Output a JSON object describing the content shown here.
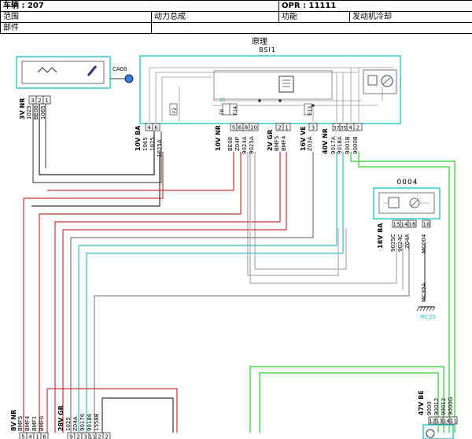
{
  "header": {
    "vehicle": "车辆 : 207",
    "opr": "OPR : 11111",
    "scope_label": "范围",
    "scope_value": "动力总成",
    "function_label": "功能",
    "function_value": "发动机冷却",
    "part_label": "部件"
  },
  "diagram": {
    "section_title": "原理",
    "module_main": "BSI1",
    "module_panel": "0004",
    "connector_ca00": "CA00",
    "ground": "MC35",
    "ground_wire": "MC35A",
    "fuses": [
      "F2",
      "F8",
      "F14",
      "F13"
    ],
    "relay_label": "S1",
    "wires": {
      "left_top": [
        "1025",
        "BE08",
        "1065"
      ],
      "bsi_g1": [
        "1065",
        "1025",
        "1025A"
      ],
      "bsi_g2": [
        "BE08",
        "Z04P",
        "9024A",
        "9025A"
      ],
      "bsi_g3": [
        "BMF5",
        "BMF4"
      ],
      "bsi_g4": [
        "Z03A"
      ],
      "bsi_g5": [
        "9017A",
        "9018A",
        "9001B",
        "9000B"
      ],
      "panel": [
        "9025C",
        "9024C",
        "Z04A",
        "MC004"
      ],
      "bl_g1": [
        "BMF5",
        "BMF4",
        "BMF1",
        "BMF6"
      ],
      "bl_g2": [
        "1025",
        "Z04A",
        "90176",
        "90186",
        "1558B"
      ],
      "br_g1": [
        "9000",
        "90012",
        "90012",
        "9000G"
      ]
    },
    "connectors": {
      "left_top": {
        "label": "3V NR",
        "pins": [
          "3",
          "2",
          "1"
        ]
      },
      "bsi_g1": {
        "label": "10V BA",
        "pins": [
          "4",
          "6"
        ]
      },
      "bsi_g2": {
        "label": "10V NR",
        "pins": [
          "5",
          "6",
          "8",
          "10"
        ]
      },
      "bsi_g3": {
        "label": "2V GR",
        "pins": [
          "2",
          "1"
        ]
      },
      "bsi_g4": {
        "label": "16V VE",
        "pins": [
          "3"
        ]
      },
      "bsi_g5": {
        "label": "40V NR",
        "pins": [
          "37",
          "35",
          "4",
          "2"
        ]
      },
      "panel": {
        "label": "18V BA",
        "pins": [
          "15",
          "14",
          "16",
          "18"
        ]
      },
      "bl_g1": {
        "label": "8V NR",
        "pins": [
          "5",
          "4",
          "1",
          "6"
        ]
      },
      "bl_g2": {
        "label": "28V GR",
        "pins": [
          "9",
          "2",
          "3",
          "11",
          "2",
          "2"
        ]
      },
      "br_g1": {
        "label": "47V BE",
        "pins": [
          "12",
          "13",
          "14",
          "11"
        ]
      }
    }
  }
}
